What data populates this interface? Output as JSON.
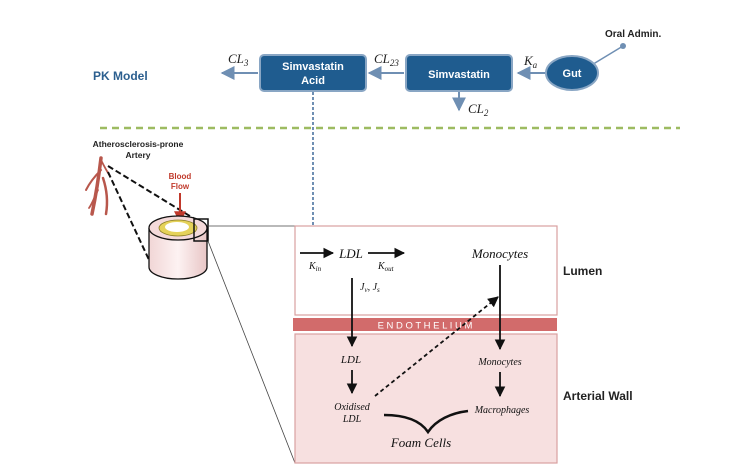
{
  "pk_model": {
    "section_label": "PK Model",
    "gut_label": "Gut",
    "simvastatin_label": "Simvastatin",
    "acid_line1": "Simvastatin",
    "acid_line2": "Acid",
    "oral_admin_label": "Oral Admin.",
    "ka_main": "K",
    "ka_sub": "a",
    "cl23_main": "CL",
    "cl23_sub": "23",
    "cl3_main": "CL",
    "cl3_sub": "3",
    "cl2_main": "CL",
    "cl2_sub": "2"
  },
  "artery": {
    "title_line1": "Atherosclerosis-prone",
    "title_line2": "Artery",
    "blood_line1": "Blood",
    "blood_line2": "Flow"
  },
  "lumen": {
    "region_label": "Lumen",
    "ldl_label": "LDL",
    "kin_main": "K",
    "kin_sub": "in",
    "kout_main": "K",
    "kout_sub": "out",
    "monocytes_label": "Monocytes",
    "jv_main": "J",
    "jv_sub": "v",
    "js_main": "J",
    "js_sub": "s"
  },
  "endothelium": {
    "label": "E N D O T H E L I U M"
  },
  "wall": {
    "region_label": "Arterial Wall",
    "ldl_label": "LDL",
    "oxidised_line1": "Oxidised",
    "oxidised_line2": "LDL",
    "monocytes_label": "Monocytes",
    "macrophages_label": "Macrophages",
    "foam_cells_label": "Foam Cells"
  },
  "colors": {
    "box_fill": "#1f5c8f",
    "box_stroke": "#89a6c4",
    "arrow_blue": "#6f8fb3",
    "dashed_green": "#9dbb61",
    "lumen_border": "#d9a0a0",
    "wall_fill": "#f7e0e0",
    "endothelium": "#d26b6b",
    "artery_red": "#b8574c",
    "ring_yellow": "#e5d25a",
    "pk_label": "#2c5f8f",
    "blood_red": "#c0392b"
  }
}
